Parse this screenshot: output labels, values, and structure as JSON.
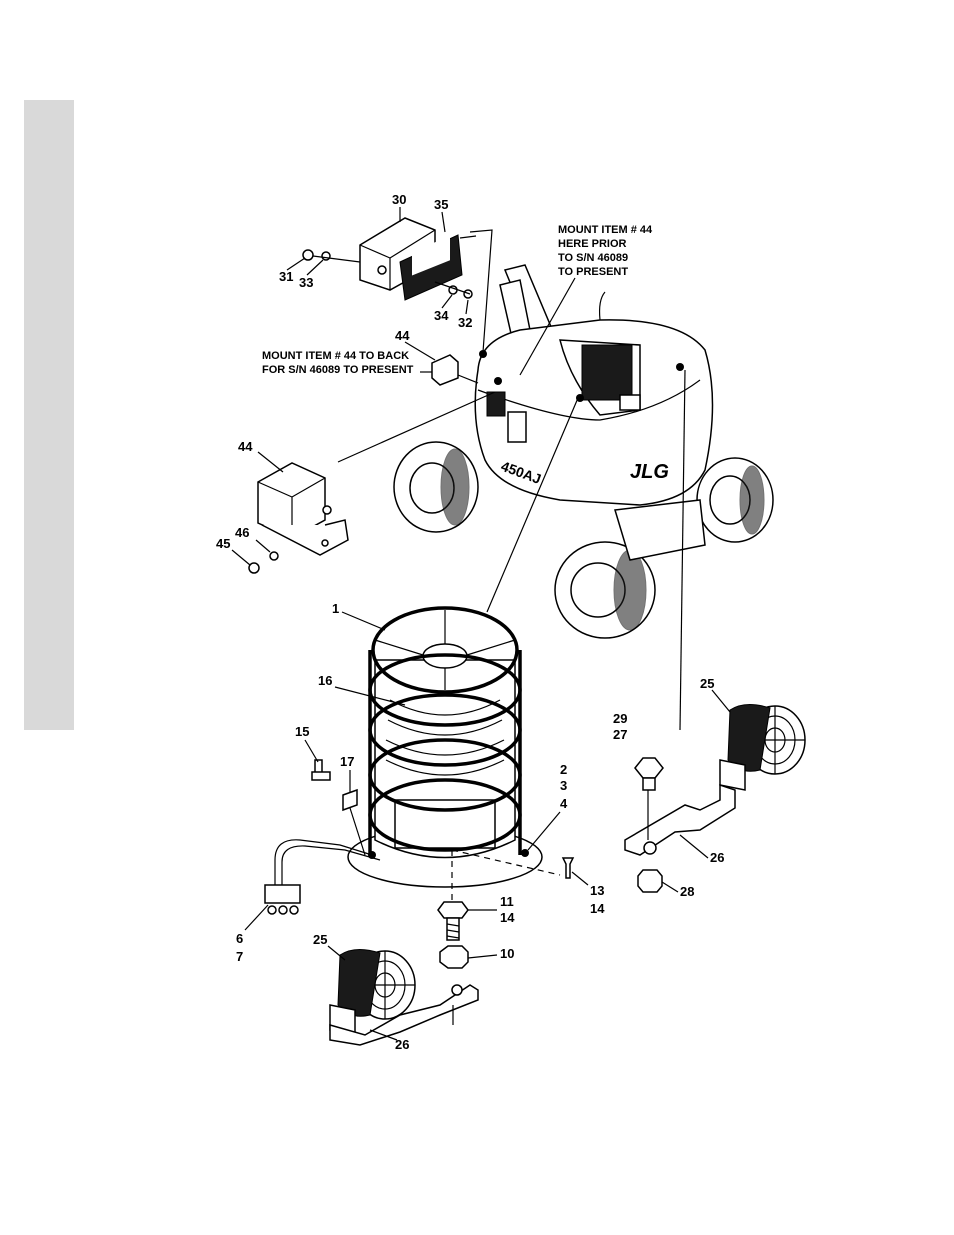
{
  "notes": {
    "mount_prior": [
      "MOUNT ITEM # 44",
      "HERE PRIOR",
      "TO  S/N 46089",
      "TO PRESENT"
    ],
    "mount_back": [
      "MOUNT ITEM # 44 TO BACK",
      "FOR S/N 46089 TO PRESENT"
    ]
  },
  "machine_labels": {
    "brand": "JLG",
    "model": "450AJ"
  },
  "callouts": {
    "c30": "30",
    "c35": "35",
    "c31": "31",
    "c33": "33",
    "c34": "34",
    "c32": "32",
    "c44a": "44",
    "c44b": "44",
    "c46": "46",
    "c45": "45",
    "c1": "1",
    "c16": "16",
    "c15": "15",
    "c17": "17",
    "c2": "2",
    "c3": "3",
    "c4": "4",
    "c6": "6",
    "c7": "7",
    "c11": "11",
    "c14a": "14",
    "c13": "13",
    "c14b": "14",
    "c10": "10",
    "c25a": "25",
    "c26a": "26",
    "c25b": "25",
    "c26b": "26",
    "c29": "29",
    "c27": "27",
    "c28": "28"
  }
}
